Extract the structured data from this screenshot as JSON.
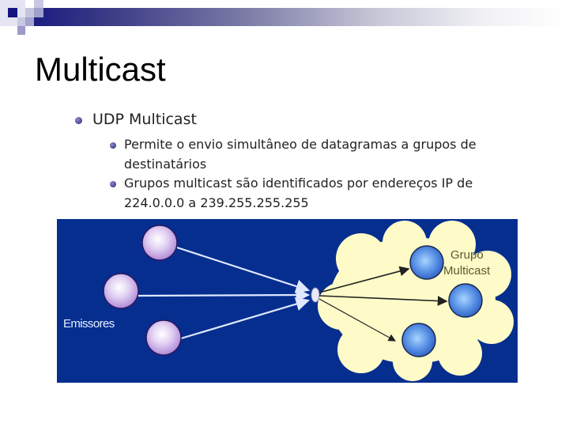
{
  "slide": {
    "title": "Multicast",
    "bullets": [
      {
        "text": "UDP Multicast",
        "children": [
          {
            "text_line1": "Permite o envio simultâneo de datagramas a grupos de",
            "text_line2": "destinatários"
          },
          {
            "text_line1": "Grupos multicast são identificados por endereços IP de",
            "text_line2": "224.0.0.0 a 239.255.255.255"
          }
        ]
      }
    ]
  },
  "diagram": {
    "background_color": "#052e8f",
    "cloud_color": "#fffbc8",
    "sender_label": "Emissores",
    "group_label_line1": "Grupo",
    "group_label_line2": "Multicast",
    "senders": 3,
    "receivers": 3
  },
  "theme": {
    "header_gradient_start": "#1a1a80",
    "header_gradient_end": "#ffffff"
  }
}
